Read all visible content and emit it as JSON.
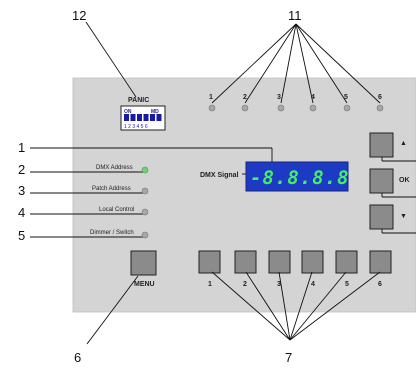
{
  "panel": {
    "panic_label": "PANIC",
    "dip_on": "ON",
    "dip_md": "MD",
    "dip_numbers": "1 2 3 4 5 6",
    "channel_labels": [
      "1",
      "2",
      "3",
      "4",
      "5",
      "6"
    ],
    "button_labels": [
      "1",
      "2",
      "3",
      "4",
      "5",
      "6"
    ],
    "dmx_signal_label": "DMX Signal",
    "display_text": "-8.8.8.8",
    "status_labels": [
      "DMX Address",
      "Patch Address",
      "Local Control",
      "Dimmer / Switch"
    ],
    "menu_label": "MENU",
    "up_symbol": "▲",
    "ok_label": "OK",
    "down_symbol": "▼"
  },
  "callouts": [
    "1",
    "2",
    "3",
    "4",
    "5",
    "6",
    "7",
    "11",
    "12"
  ],
  "colors": {
    "panel": "#d4d4d4",
    "display_bg": "#1d3ac4",
    "display_digits": "#44ee66",
    "active_led": "#6fd36f"
  }
}
